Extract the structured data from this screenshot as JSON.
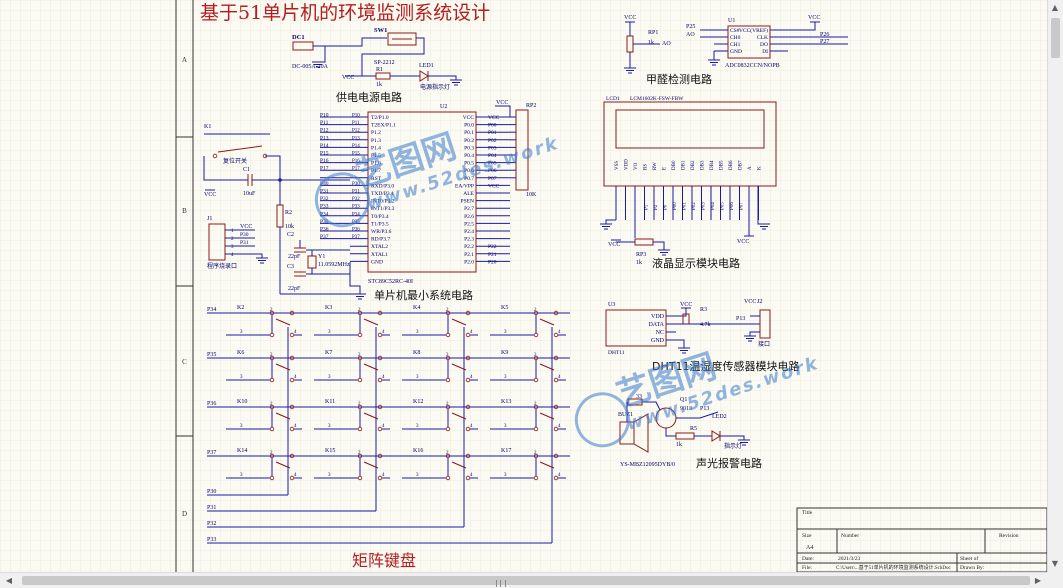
{
  "title": "基于51单片机的环境监测系统设计",
  "zones": {
    "rows": [
      "A",
      "B",
      "C",
      "D"
    ]
  },
  "power": {
    "label": "供电电源电路",
    "dc1": "DC1",
    "dc1_part": "DC-005A-20A",
    "sw1": "SW1",
    "sw1_part": "SP-2212",
    "r1": "R1",
    "r1_val": "1k",
    "led1": "LED1",
    "led1_note": "电源指示灯",
    "vcc": "VCC"
  },
  "formaldehyde": {
    "label": "甲醛检测电路",
    "rp1": "RP1",
    "rp1_val": "1k",
    "ao": "AO",
    "p25": "P25",
    "ao2": "AO",
    "u1": "U1",
    "u1_part": "ADC0832CCN/NOPB",
    "pins_left": [
      "CS#",
      "CH0",
      "CH1",
      "GND"
    ],
    "pins_right": [
      "VCC(VREF)",
      "CLK",
      "DO",
      "DI"
    ],
    "p26": "P26",
    "p27": "P27",
    "vcc": "VCC"
  },
  "mcu": {
    "label": "单片机最小系统电路",
    "u2": "U2",
    "part": "STC89C52RC-40I",
    "left_nets": [
      "P10",
      "P11",
      "P12",
      "P13",
      "P14",
      "P15",
      "P16",
      "P17",
      "",
      "P30",
      "P31",
      "P32",
      "P33",
      "P34",
      "P35",
      "P36",
      "P37"
    ],
    "left_pins": [
      "T2/P1.0",
      "T2EX/P1.1",
      "P1.2",
      "P1.3",
      "P1.4",
      "P1.5",
      "P1.6",
      "P1.7",
      "RST",
      "RXD/P3.0",
      "TXD/P3.1",
      "INT0/P3.2",
      "INT1/P3.3",
      "T0/P3.4",
      "T1/P3.5",
      "WR/P3.6",
      "RD/P3.7",
      "XTAL2",
      "XTAL1",
      "GND"
    ],
    "right_pins": [
      "VCC",
      "P0.0",
      "P0.1",
      "P0.2",
      "P0.3",
      "P0.4",
      "P0.5",
      "P0.6",
      "P0.7",
      "EA/VPP",
      "ALE",
      "PSEN",
      "P2.7",
      "P2.6",
      "P2.5",
      "P2.4",
      "P2.3",
      "P2.2",
      "P2.1",
      "P2.0"
    ],
    "right_nets": [
      "VCC",
      "P00",
      "P01",
      "P02",
      "P03",
      "P04",
      "P05",
      "P06",
      "P07",
      "VCC",
      "",
      "",
      "",
      "",
      "",
      "",
      "",
      "P22",
      "P21",
      "P20"
    ],
    "k1": "K1",
    "reset_note": "复位开关",
    "c1": "C1",
    "c1_val": "10uF",
    "r2": "R2",
    "r2_val": "10k",
    "j1": "J1",
    "j1_note": "程序烧录口",
    "c2": "C2",
    "c2_val": "22pF",
    "c3": "C3",
    "c3_val": "22pF",
    "y1": "Y1",
    "y1_val": "11.0592MHz",
    "rp2": "RP2",
    "rp2_val": "10K",
    "vcc": "VCC"
  },
  "lcd": {
    "label": "液晶显示模块电路",
    "lcd1": "LCD1",
    "part": "LCM1602K-FSW-FBW",
    "pins": [
      "VSS",
      "VDD",
      "VO",
      "RS",
      "RW",
      "E",
      "DB0",
      "DB1",
      "DB2",
      "DB3",
      "DB4",
      "DB5",
      "DB6",
      "DB7",
      "A",
      "K"
    ],
    "nets": [
      "",
      "",
      "",
      "P1",
      "P2",
      "P0",
      "P00",
      "P01",
      "P02",
      "P03",
      "P04",
      "P05",
      "P06",
      "P07",
      "",
      ""
    ],
    "rp3": "RP3",
    "rp3_val": "1k",
    "vcc": "VCC"
  },
  "dht": {
    "label": "DHT11温湿度传感器模块电路",
    "u3": "U3",
    "part": "DHT11",
    "pins": [
      "VDD",
      "DATA",
      "NC",
      "GND"
    ],
    "r3": "R3",
    "r3_val": "4.7k",
    "p13": "P13",
    "j2": "J2",
    "j2_note": "接口",
    "vcc": "VCC"
  },
  "alarm": {
    "label": "声光报警电路",
    "buz1": "BUZ1",
    "buz_part": "YS-MBZ12095DYB/0",
    "q1": "Q1",
    "q1_part": "9013",
    "p13": "P13",
    "r4_val": "33",
    "r5": "R5",
    "r5_val": "1k",
    "led2": "LED2",
    "led2_note": "指示灯"
  },
  "keyboard": {
    "label": "矩阵键盘",
    "rows": [
      "P34",
      "P35",
      "P36",
      "P37"
    ],
    "cols": [
      "P30",
      "P31",
      "P32",
      "P33"
    ],
    "keys": [
      "K2",
      "K3",
      "K4",
      "K5",
      "K6",
      "K7",
      "K8",
      "K9",
      "K10",
      "K11",
      "K12",
      "K13",
      "K14",
      "K15",
      "K16",
      "K17"
    ],
    "pin_labels": [
      "1",
      "2",
      "3",
      "4"
    ]
  },
  "titleblock": {
    "title_lbl": "Title",
    "size_lbl": "Size",
    "size_val": "A4",
    "number_lbl": "Number",
    "revision_lbl": "Revision",
    "date_lbl": "Date:",
    "date_val": "2021/3/23",
    "sheet_lbl": "Sheet  of",
    "file_lbl": "File:",
    "file_val": "C:\\Users\\...基于51单片机的环境监测系统设计.SchDoc",
    "drawn_lbl": "Drawn By:"
  },
  "watermark": {
    "brand": "艺图网",
    "url": "www.52des.work"
  },
  "colors": {
    "wire": "#1a1aa6",
    "part": "#8b1a1a",
    "text": "#00006e",
    "heading": "#b41e1e",
    "grid": "#e6e2cf",
    "watermark": "#3a7ccc"
  }
}
